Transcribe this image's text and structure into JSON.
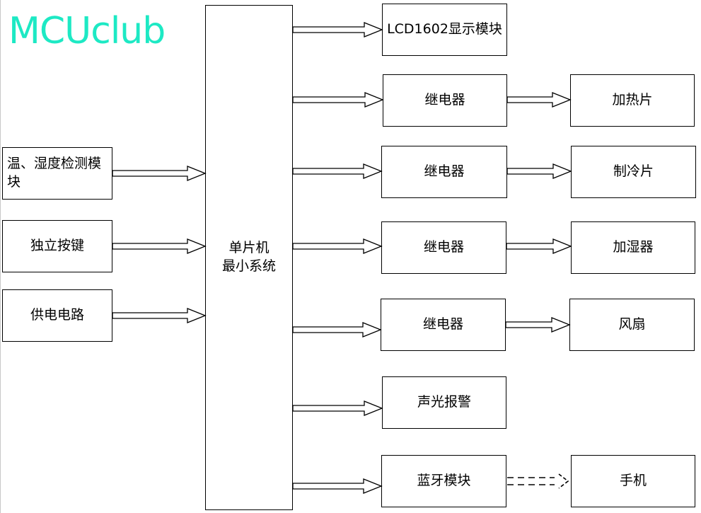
{
  "logo": {
    "text": "MCUclub",
    "color": "#1de9c4"
  },
  "inputs": {
    "sensor": "温、湿度检测模块",
    "keys": "独立按键",
    "power": "供电电路"
  },
  "mcu": {
    "line1": "单片机",
    "line2": "最小系统"
  },
  "outputs": {
    "lcd": "LCD1602显示模块",
    "relay1": "继电器",
    "relay2": "继电器",
    "relay3": "继电器",
    "relay4": "继电器",
    "alarm": "声光报警",
    "bluetooth": "蓝牙模块"
  },
  "devices": {
    "heater": "加热片",
    "cooler": "制冷片",
    "humidifier": "加湿器",
    "fan": "风扇",
    "phone": "手机"
  }
}
